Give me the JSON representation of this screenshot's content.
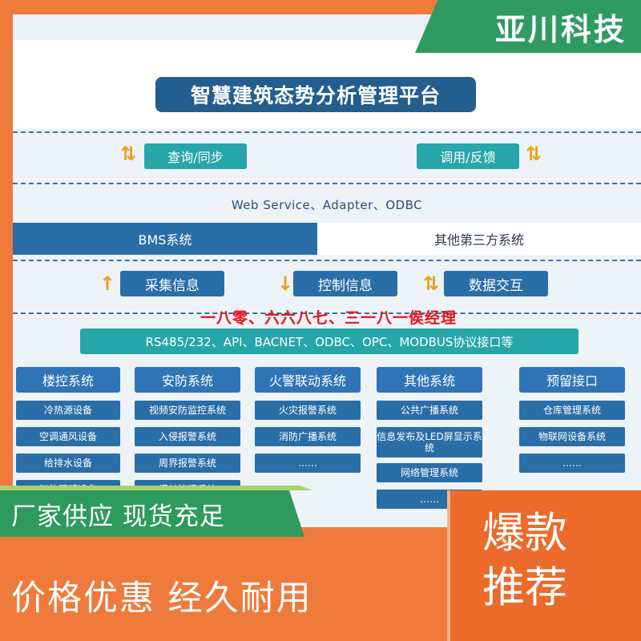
{
  "brand": "亚川科技",
  "platform_title": "智慧建筑态势分析管理平台",
  "top_buttons": {
    "left": "查询/同步",
    "right": "调用/反馈"
  },
  "protocol_line": "Web Service、Adapter、ODBC",
  "bms": "BMS系统",
  "third_party": "其他第三方系统",
  "middle_buttons": [
    "采集信息",
    "控制信息",
    "数据交互"
  ],
  "slogan": "一八零、六六八七、三一八一侯经理",
  "protocol_bar": "RS485/232、API、BACNET、ODBC、OPC、MODBUS协议接口等",
  "columns": [
    {
      "title": "楼控系统",
      "items": [
        "冷热源设备",
        "空调通风设备",
        "给排水设备",
        "智能照明设备"
      ]
    },
    {
      "title": "安防系统",
      "items": [
        "视频安防监控系统",
        "入侵报警系统",
        "周界报警系统",
        "门禁管理系统"
      ]
    },
    {
      "title": "火警联动系统",
      "items": [
        "火灾报警系统",
        "消防广播系统",
        "……"
      ]
    },
    {
      "title": "其他系统",
      "items": [
        "公共广播系统",
        "信息发布及LED屏显示系统",
        "网络管理系统",
        "……"
      ]
    },
    {
      "title": "预留接口",
      "items": [
        "仓库管理系统",
        "物联网设备系统",
        "……"
      ]
    }
  ],
  "banner_green": "厂家供应 现货充足",
  "banner_bottom": "价格优惠 经久耐用",
  "promo": [
    "爆款",
    "推荐"
  ],
  "colors": {
    "orange": "#ee7a3c",
    "green": "#2e9a5e",
    "teal": "#26a6a8",
    "blue": "#2a6ea8",
    "dark_blue": "#235e8e",
    "red": "#e8141b",
    "arrow": "#e8a11b"
  }
}
